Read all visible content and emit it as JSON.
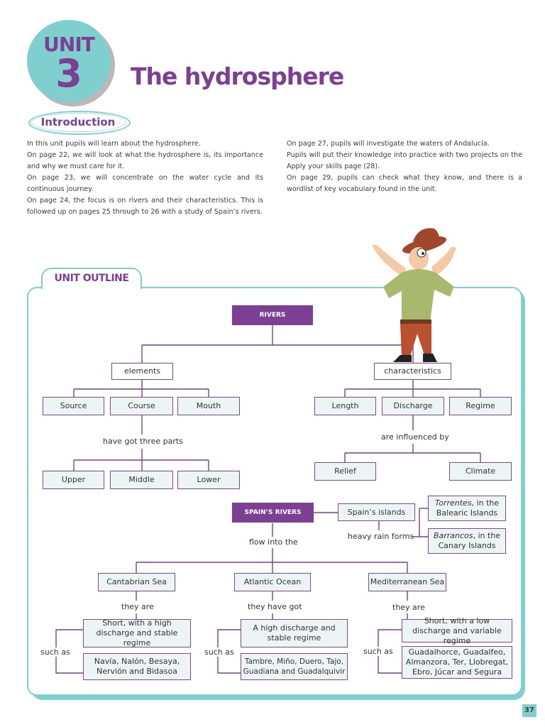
{
  "header": {
    "unit_word": "UNIT",
    "unit_number": "3",
    "title": "The hydrosphere"
  },
  "intro": {
    "heading": "Introduction",
    "left_paragraphs": [
      "In this unit pupils will learn about the hydrosphere.",
      "On page 22, we will look at what the hydrosphere is, its importance and why we must care for it.",
      "On page 23, we will concentrate on the water cycle and its continuous journey.",
      "On page 24, the focus is on rivers and their characteristics. This is followed up on pages 25 through to 26 with a study of Spain’s rivers."
    ],
    "right_paragraphs": [
      "On page 27, pupils will investigate the waters of Andalucía.",
      "Pupils will put their knowledge into practice with two projects on the Apply your skills page (28).",
      "On page 29, pupils can check what they know, and there is a wordlist of key vocabulary found in the unit."
    ]
  },
  "outline": {
    "tab_label": "UNIT OUTLINE",
    "rivers": "RIVERS",
    "elements": "elements",
    "characteristics": "characteristics",
    "source": "Source",
    "course": "Course",
    "mouth": "Mouth",
    "length": "Length",
    "discharge": "Discharge",
    "regime": "Regime",
    "have_got_three_parts": "have got three parts",
    "are_influenced_by": "are influenced by",
    "upper": "Upper",
    "middle": "Middle",
    "lower": "Lower",
    "relief": "Relief",
    "climate": "Climate",
    "spains_rivers": "SPAIN’S RIVERS",
    "spains_islands": "Spain’s islands",
    "heavy_rain_forms": "heavy rain forms",
    "torrentes_em": "Torrentes",
    "torrentes_rest": ", in the",
    "torrentes_line2": "Balearic Islands",
    "barrancos_em": "Barrancos",
    "barrancos_rest": ", in the",
    "barrancos_line2": "Canary Islands",
    "flow_into_the": "flow into the",
    "cantabrian_sea": "Cantabrian Sea",
    "atlantic_ocean": "Atlantic Ocean",
    "mediterranean_sea": "Mediterranean Sea",
    "they_are_1": "they are",
    "they_have_got": "they have got",
    "they_are_2": "they are",
    "cant_desc": "Short, with a high discharge and stable regime",
    "atl_desc": "A high discharge and stable regime",
    "med_desc": "Short, with a low discharge and variable regime",
    "such_as_1": "such as",
    "such_as_2": "such as",
    "such_as_3": "such as",
    "cant_rivers": "Navía, Nalón, Besaya, Nervión and Bidasoa",
    "atl_rivers": "Tambre, Miño, Duero, Tajo, Guadiana and Guadalquivir",
    "med_rivers": "Guadalhorce, Guadalfeo, Almanzora, Ter, Llobregat, Ebro, Júcar and Segura"
  },
  "footer": {
    "page_number": "37"
  },
  "colors": {
    "purple": "#7c3f93",
    "teal": "#7fcfcf",
    "box_fill": "#edf4f4"
  }
}
